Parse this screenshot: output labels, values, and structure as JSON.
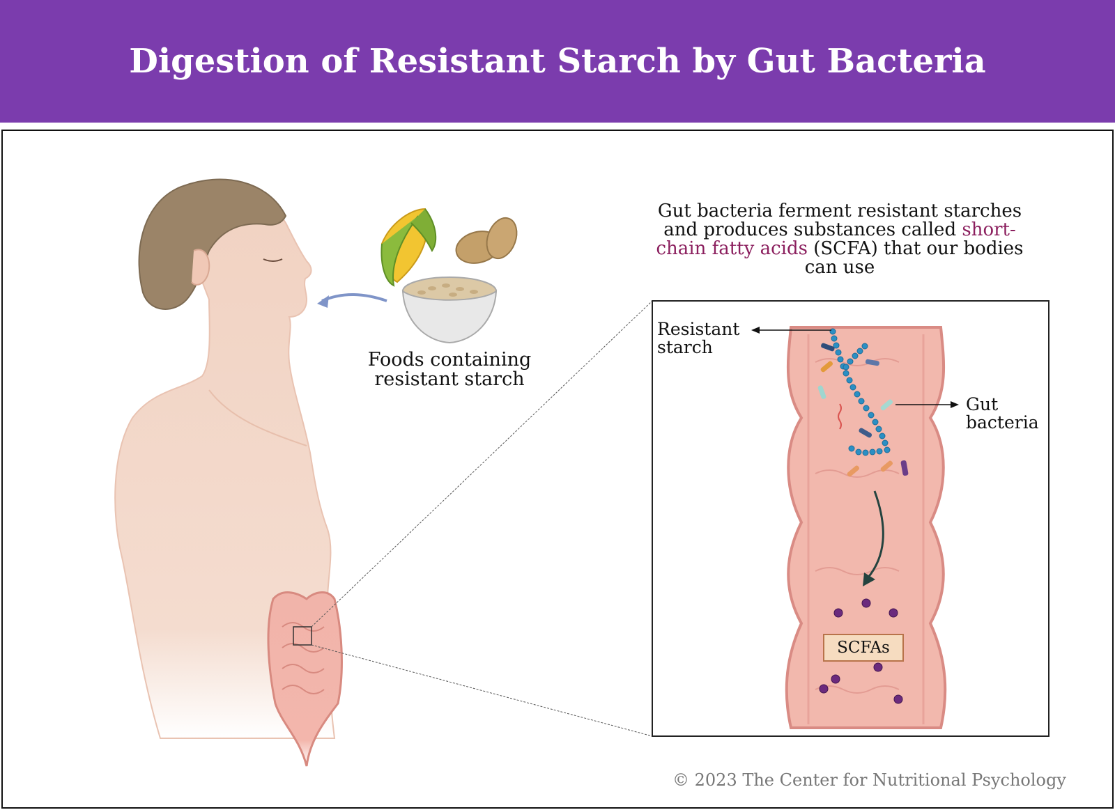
{
  "title": "Digestion of Resistant Starch by Gut Bacteria",
  "foods_label_line1": "Foods containing",
  "foods_label_line2": "resistant starch",
  "description": {
    "line1": "Gut bacteria ferment resistant starches",
    "line2a": "and produces substances called ",
    "line2b": "short-",
    "line3a": "chain fatty acids",
    "line3b": " (SCFA) that our bodies",
    "line4": "can use"
  },
  "labels": {
    "resistant_starch_line1": "Resistant",
    "resistant_starch_line2": "starch",
    "gut_bacteria_line1": "Gut",
    "gut_bacteria_line2": "bacteria",
    "scfas": "SCFAs"
  },
  "copyright": "© 2023 The Center for Nutritional Psychology",
  "colors": {
    "header": "#7b3cad",
    "highlight": "#8b1f5e",
    "skin": "#f3d6c6",
    "hair": "#9b8468",
    "intestine": "#e9a39a",
    "starch": "#2b8fc4",
    "scfa_dot": "#6b2a7d"
  },
  "icons": [
    "head-profile",
    "corn-icon",
    "potato-icon",
    "grain-bowl-icon",
    "intestine-icon",
    "bacteria-icon",
    "starch-chain-icon"
  ]
}
